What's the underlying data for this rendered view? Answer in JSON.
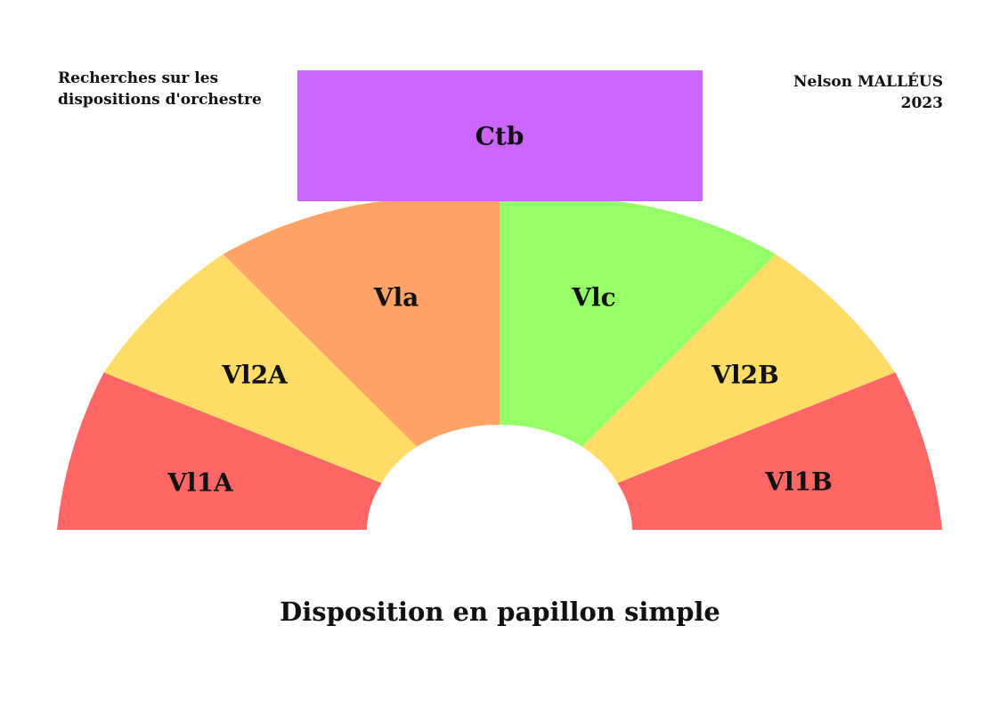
{
  "header": {
    "subject_line1": "Recherches sur les",
    "subject_line2": "dispositions d'orchestre",
    "author": "Nelson MALLÉUS",
    "year": "2023"
  },
  "sections": {
    "ctb": {
      "label": "Ctb",
      "color": "#cc66ff"
    },
    "vl1a": {
      "label": "Vl1A",
      "color": "#ff6666"
    },
    "vl2a": {
      "label": "Vl2A",
      "color": "#ffdd66"
    },
    "vla": {
      "label": "Vla",
      "color": "#ffa366"
    },
    "vlc": {
      "label": "Vlc",
      "color": "#94ff66"
    },
    "vl2b": {
      "label": "Vl2B",
      "color": "#ffdd66"
    },
    "vl1b": {
      "label": "Vl1B",
      "color": "#ff6666"
    }
  },
  "caption": "Disposition en papillon simple"
}
